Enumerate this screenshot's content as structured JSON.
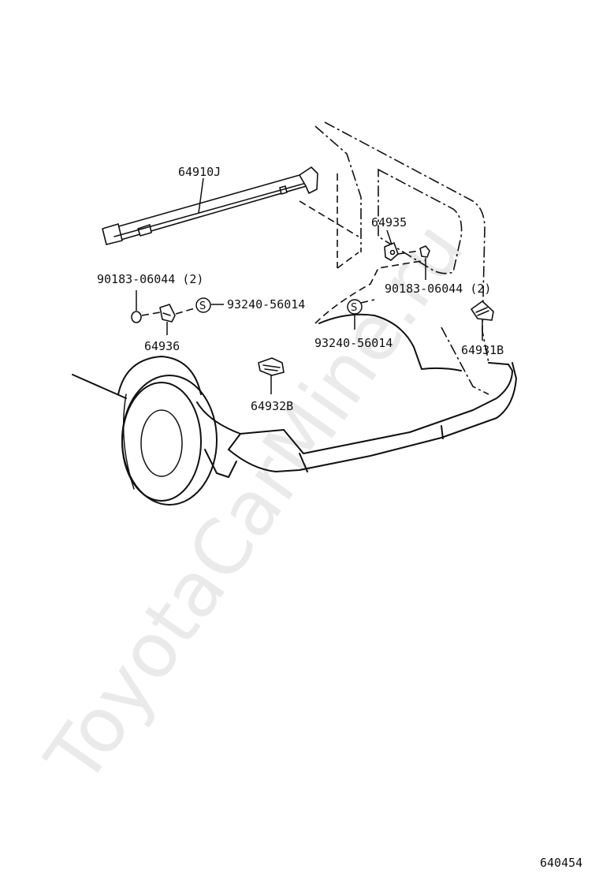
{
  "watermark": "ToyotaCarMine.ru",
  "diagram_code": "640454",
  "parts": {
    "rail": "64910J",
    "bracket_right": "64935",
    "nut_left": "90183-06044 (2)",
    "nut_right": "90183-06044 (2)",
    "screw_left": "93240-56014",
    "screw_right": "93240-56014",
    "clip_left": "64936",
    "clip_lower": "64932B",
    "clip_right": "64931B",
    "s_marker": "S"
  }
}
